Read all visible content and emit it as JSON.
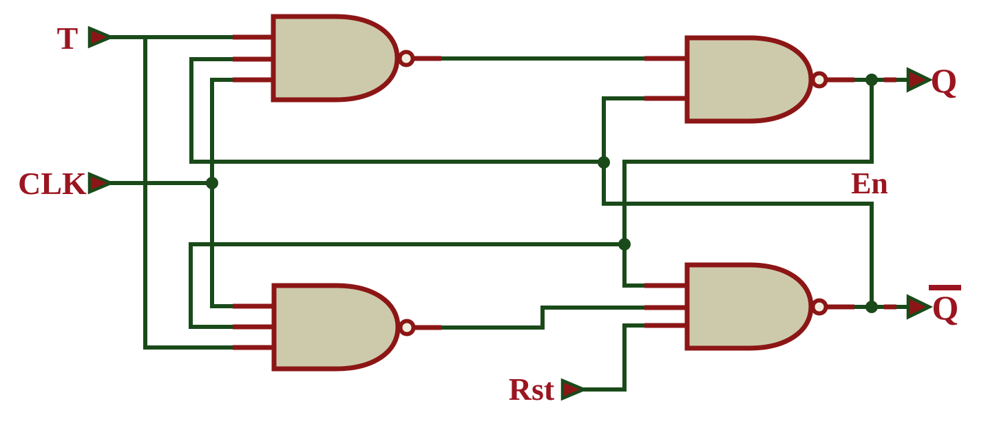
{
  "diagram_type": "logic-circuit-schematic",
  "colors": {
    "background": "#FFFFFF",
    "wire": "#1A4A1A",
    "component_outline": "#8C1616",
    "component_fill": "#CDCAAC",
    "bubble_fill": "#F0EFDF",
    "pin_fill": "#8C1616",
    "label_text": "#9B1520"
  },
  "labels": {
    "t": "T",
    "clk": "CLK",
    "rst": "Rst",
    "en": "En",
    "q": "Q",
    "q_bar": "Q"
  },
  "gates": [
    {
      "id": "nand-top-left",
      "type": "NAND",
      "input_count": 3,
      "inputs": [
        "T",
        "Q_BAR_feedback",
        "CLK"
      ],
      "output_to": "nand-top-right"
    },
    {
      "id": "nand-bottom-left",
      "type": "NAND",
      "input_count": 3,
      "inputs": [
        "CLK",
        "Q_feedback",
        "T"
      ],
      "output_to": "nand-bottom-right"
    },
    {
      "id": "nand-top-right",
      "type": "NAND",
      "input_count": 2,
      "inputs": [
        "nand-top-left-output",
        "Q_BAR_feedback"
      ],
      "output": "Q"
    },
    {
      "id": "nand-bottom-right",
      "type": "NAND",
      "input_count": 3,
      "inputs": [
        "Q_feedback",
        "nand-bottom-left-output",
        "Rst"
      ],
      "output": "Q_BAR"
    }
  ],
  "terminals": {
    "inputs": [
      "T",
      "CLK",
      "Rst"
    ],
    "outputs": [
      "Q",
      "Q_BAR"
    ]
  },
  "junction_count": 5
}
